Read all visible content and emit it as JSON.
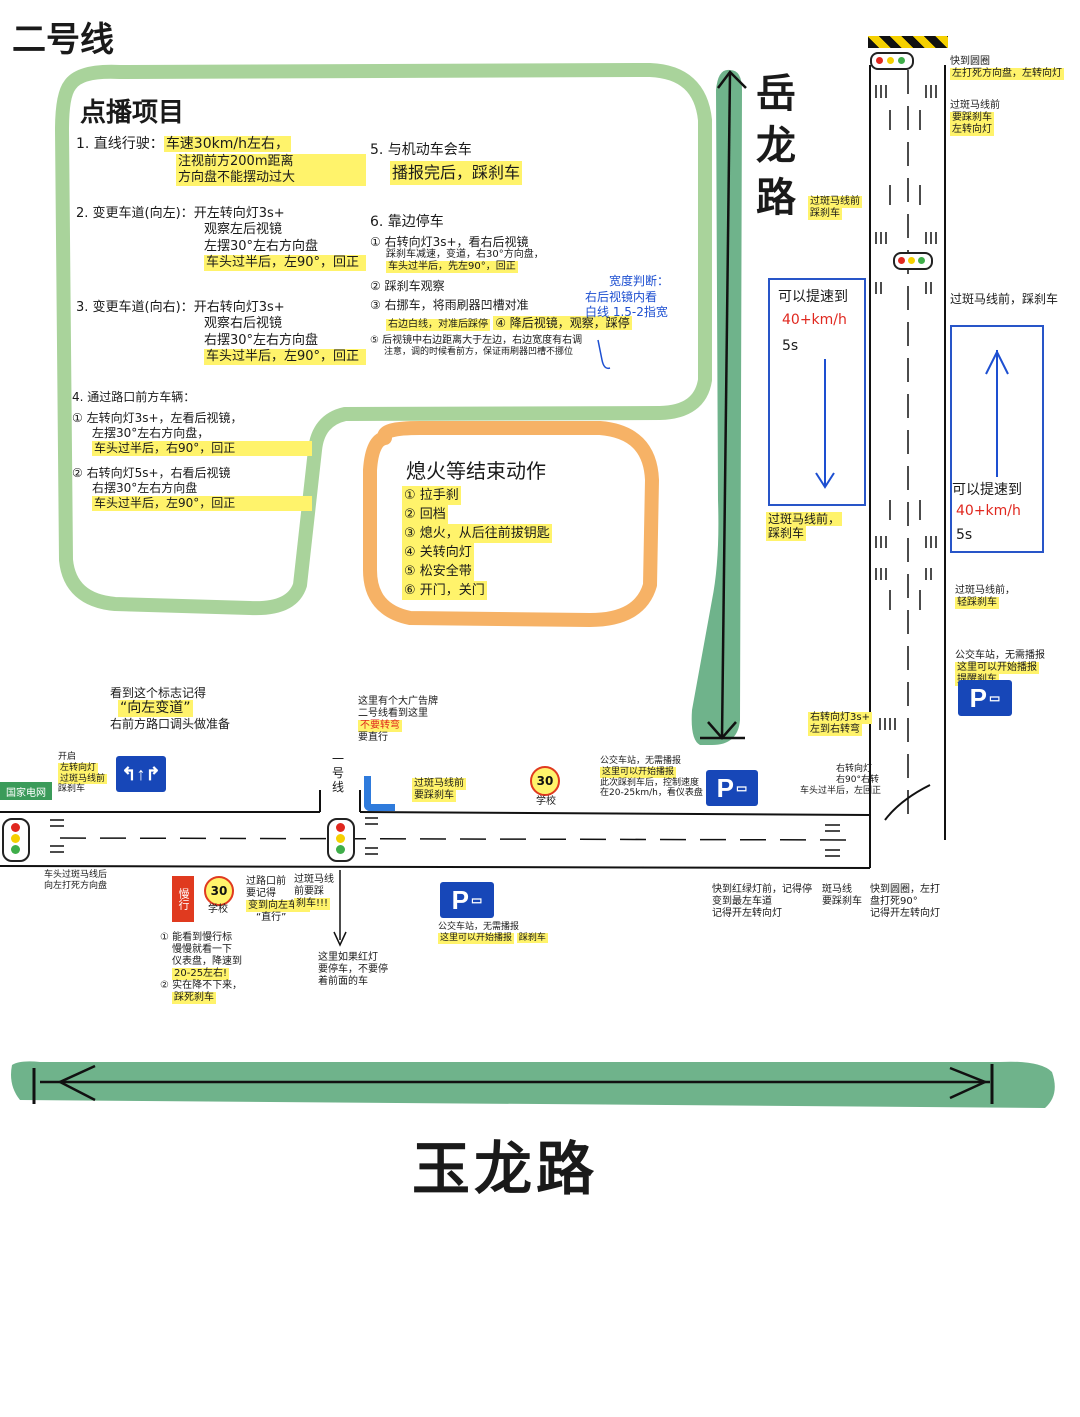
{
  "title": "二号线",
  "roads": {
    "yuelong": "岳龙路",
    "yulong": "玉龙路"
  },
  "panel_points": {
    "heading": "点播项目",
    "item1": [
      "1. 直线行驶：",
      "车速30km/h左右，",
      "注视前方200m距离",
      "方向盘不能摆动过大"
    ],
    "item2": [
      "2. 变更车道(向左)：",
      "开左转向灯3s+",
      "观察左后视镜",
      "左摆30°左右方向盘",
      "车头过半后，左90°，回正"
    ],
    "item3": [
      "3. 变更车道(向右)：",
      "开右转向灯3s+",
      "观察右后视镜",
      "右摆30°左右方向盘",
      "车头过半后，左90°，回正"
    ],
    "item4": [
      "4. 通过路口前方车辆：",
      "① 左转向灯3s+，左看后视镜，",
      "左摆30°左右方向盘，",
      "车头过半后，右90°，回正",
      "② 右转向灯5s+，右看后视镜",
      "右摆30°左右方向盘",
      "车头过半后，左90°，回正"
    ],
    "item5": [
      "5. 与机动车会车",
      "播报完后，踩刹车"
    ],
    "item6": [
      "6. 靠边停车",
      "① 右转向灯3s+，看右后视镜",
      "踩刹车减速，变道，右30°方向盘，",
      "车头过半后，先左90°，回正",
      "② 踩刹车观察",
      "③ 右挪车，将雨刷器凹槽对准",
      "右边白线，对准后踩停",
      "④ 降后视镜，观察，踩停",
      "⑤ 后视镜中右边距离大于左边，右边宽度有右调",
      "注意，调的时候看前方，保证雨刷器凹槽不挪位"
    ],
    "note_blue": [
      "宽度判断：",
      "右后视镜内看",
      "白线 1.5-2指宽"
    ]
  },
  "panel_end": {
    "heading": "熄火等结束动作",
    "items": [
      "① 拉手刹",
      "② 回档",
      "③ 熄火，从后往前拔钥匙",
      "④ 关转向灯",
      "⑤ 松安全带",
      "⑥ 开门，关门"
    ]
  },
  "right_notes": {
    "top_right": [
      "快到圆圈",
      "左打死方向盘，左转向灯"
    ],
    "n1": [
      "过斑马线前",
      "要踩刹车",
      "左转向灯"
    ],
    "n2": [
      "过斑马线前",
      "踩刹车"
    ],
    "n3": "过斑马线前，踩刹车",
    "n4": [
      "过斑马线前，",
      "踩刹车"
    ],
    "n5": [
      "过斑马线前，",
      "轻踩刹车"
    ],
    "n6": [
      "公交车站，无需播报",
      "这里可以开始播报",
      "提醒刹车"
    ],
    "n7": [
      "右转向灯3s+",
      "左到右转弯"
    ],
    "n8": [
      "右转向灯",
      "右90°右转",
      "车头过半后，左回正"
    ]
  },
  "speed_boxes": [
    {
      "label": "可以提速到",
      "speed": "40+km/h",
      "time": "5s"
    },
    {
      "label": "可以提速到",
      "speed": "40+km/h",
      "time": "5s"
    }
  ],
  "bottom_notes": {
    "b_left_top": [
      "看到这个标志记得",
      "“向左变道”",
      "右前方路口调头做准备"
    ],
    "b_start": [
      "开启",
      "左转向灯",
      "过斑马线前",
      "踩刹车"
    ],
    "b_station": "国家电网",
    "b_turn": [
      "车头过斑马线后",
      "向左打死方向盘"
    ],
    "b_line1": "一号线",
    "b_mid": [
      "这里有个大广告牌",
      "二号线看到这里",
      "不要转弯",
      "要直行"
    ],
    "b_zebra": [
      "过斑马线前",
      "要踩刹车"
    ],
    "b_school": "学校",
    "b_bus1": [
      "公交车站，无需播报",
      "这里可以开始播报",
      "此次踩刹车后，控制速度",
      "在20-25km/h，看仪表盘"
    ],
    "b_school2": "学校",
    "b_merge": [
      "过路口前",
      "要记得",
      "变到向左车道",
      "“直行”"
    ],
    "b_zebra2": [
      "过斑马线",
      "前要踩",
      "刹车!!!"
    ],
    "b_slow_label": "慢行",
    "b_slow": [
      "① 能看到慢行标",
      "慢慢就看一下",
      "仪表盘，降速到",
      "20-25左右!",
      "② 实在降不下来，",
      "踩死刹车"
    ],
    "b_red": [
      "这里如果红灯",
      "要停车，不要停",
      "着前面的车"
    ],
    "b_bus2": [
      "公交车站，无需播报",
      "这里可以开始播报",
      "踩刹车"
    ],
    "b_br1": [
      "快到红绿灯前，记得停",
      "变到最左车道",
      "记得开左转向灯"
    ],
    "b_br2": [
      "斑马线",
      "要踩刹车"
    ],
    "b_br3": [
      "快到圆圈，左打",
      "盘打死90°",
      "记得开左转向灯"
    ]
  },
  "signs": {
    "parking": "P",
    "speed": "30"
  },
  "colors": {
    "green": "#a9d39b",
    "road_green": "#6fb38b",
    "orange": "#f6b266",
    "highlight": "#fff36b",
    "blue": "#1d4fd1",
    "red": "#e0281f"
  }
}
